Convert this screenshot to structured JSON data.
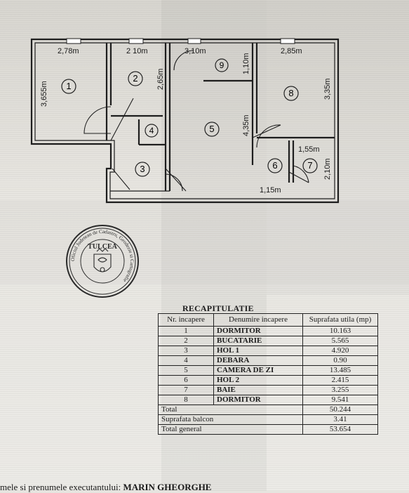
{
  "plan": {
    "rooms": [
      {
        "id": "room-1",
        "number": "1"
      },
      {
        "id": "room-2",
        "number": "2"
      },
      {
        "id": "room-3",
        "number": "3"
      },
      {
        "id": "room-4",
        "number": "4"
      },
      {
        "id": "room-5",
        "number": "5"
      },
      {
        "id": "room-6",
        "number": "6"
      },
      {
        "id": "room-7",
        "number": "7"
      },
      {
        "id": "room-8",
        "number": "8"
      },
      {
        "id": "room-9",
        "number": "9"
      }
    ],
    "dimensions": {
      "d1": "2,78m",
      "d2": "2 10m",
      "d3": "3,10m",
      "d4": "2,85m",
      "d5": "3,655m",
      "d6": "2,65m",
      "d7": "1,10m",
      "d8": "3,35m",
      "d9": "4,35m",
      "d10": "1,55m",
      "d11": "2,10m",
      "d12": "1,15m"
    }
  },
  "stamp": {
    "ring_text": "Oficiul Judetean de Cadastru, Geodezie si Cartografie",
    "city": "TULCEA"
  },
  "recap": {
    "title": "RECAPITULATIE",
    "headers": {
      "nr": "Nr. incapere",
      "name": "Denumire incapere",
      "area": "Suprafata utila (mp)"
    },
    "rows": [
      {
        "nr": "1",
        "name": "DORMITOR",
        "area": "10.163"
      },
      {
        "nr": "2",
        "name": "BUCATARIE",
        "area": "5.565"
      },
      {
        "nr": "3",
        "name": "HOL 1",
        "area": "4.920"
      },
      {
        "nr": "4",
        "name": "DEBARA",
        "area": "0.90"
      },
      {
        "nr": "5",
        "name": "CAMERA DE ZI",
        "area": "13.485"
      },
      {
        "nr": "6",
        "name": "HOL 2",
        "area": "2.415"
      },
      {
        "nr": "7",
        "name": "BAIE",
        "area": "3.255"
      },
      {
        "nr": "8",
        "name": "DORMITOR",
        "area": "9.541"
      }
    ],
    "totals": [
      {
        "label": "Total",
        "value": "50.244"
      },
      {
        "label": "Suprafata balcon",
        "value": "3.41"
      },
      {
        "label": "Total general",
        "value": "53.654"
      }
    ]
  },
  "footer": {
    "prefix": "mele si prenumele executantului:",
    "name": "MARIN GHEORGHE"
  }
}
